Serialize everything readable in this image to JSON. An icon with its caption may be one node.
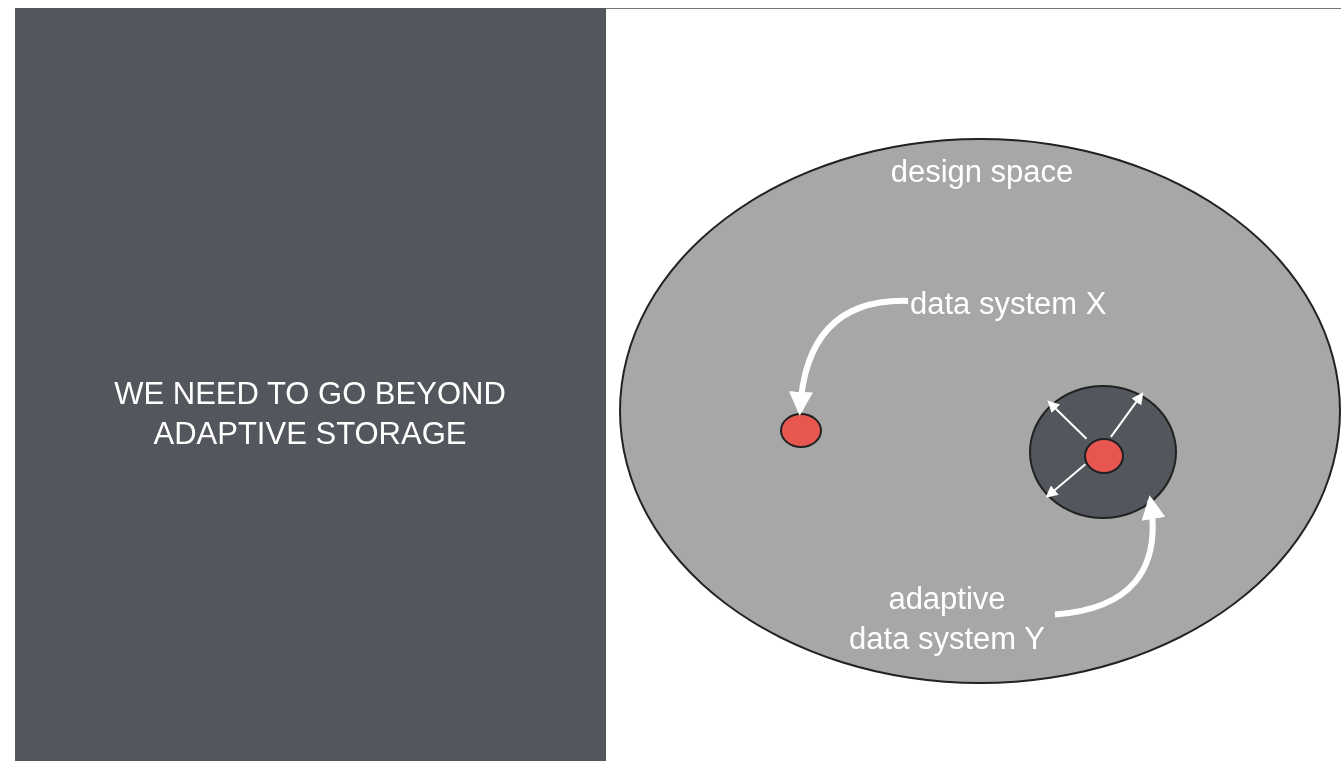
{
  "diagram": {
    "nodes": [
      {
        "text": [
          "WE NEED TO GO BEYOND ADAPTIVE STORAGE"
        ]
      },
      {
        "text": [
          "design space"
        ]
      },
      {
        "text": [],
        "shape": "circle",
        "in": 1
      },
      {
        "text": [],
        "shape": "circle",
        "in": 1
      },
      {
        "text": [],
        "shape": "circle",
        "in": 3
      },
      {
        "text": [
          "data system X"
        ],
        "in": 1
      },
      {
        "text": [
          "adaptive data system Y"
        ],
        "in": 1
      }
    ],
    "edges": [
      {
        "from": 5,
        "to": 2,
        "arrow": "to",
        "style": "thick"
      },
      {
        "from": 6,
        "to": 3,
        "arrow": "to",
        "style": "thick"
      },
      {
        "from": 4,
        "to": 3,
        "arrow": "to"
      },
      {
        "from": 4,
        "to": 3,
        "arrow": "to"
      },
      {
        "from": 4,
        "to": 3,
        "arrow": "to"
      }
    ]
  }
}
